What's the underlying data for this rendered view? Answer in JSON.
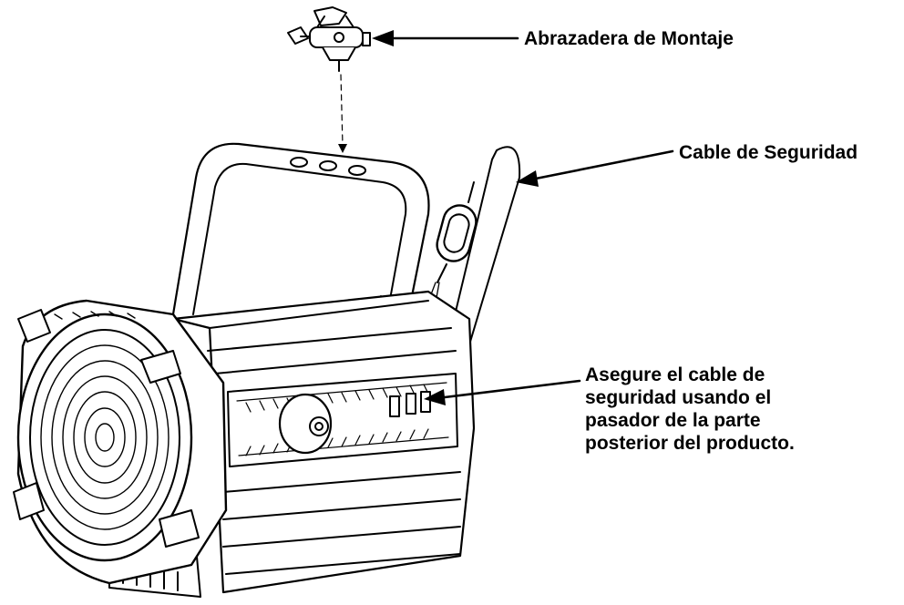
{
  "callouts": {
    "mounting_clamp": "Abrazadera de Montaje",
    "safety_cable": "Cable de Seguridad",
    "instruction_lines": [
      "Asegure el cable de",
      "seguridad usando el",
      "pasador de la parte",
      "posterior del producto."
    ]
  },
  "colors": {
    "line": "#000000",
    "background": "#ffffff"
  }
}
